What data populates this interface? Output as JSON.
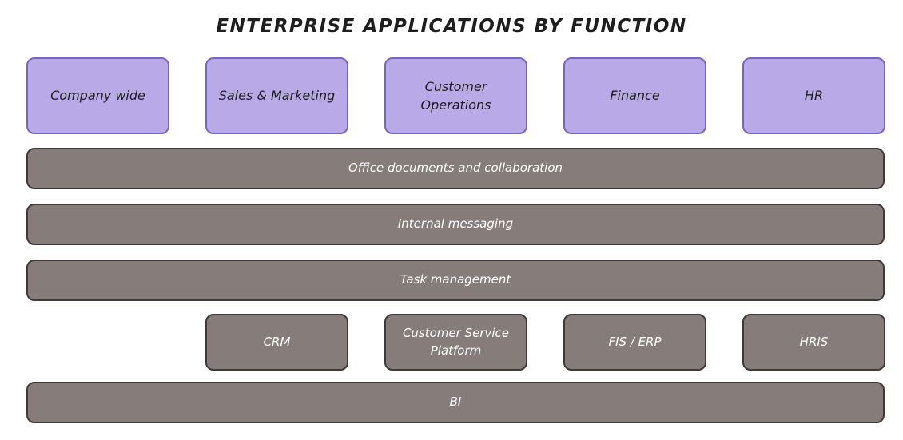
{
  "diagram": {
    "title": "ENTERPRISE APPLICATIONS BY FUNCTION",
    "functions": [
      {
        "label": "Company wide"
      },
      {
        "label": "Sales & Marketing"
      },
      {
        "label": "Customer Operations"
      },
      {
        "label": "Finance"
      },
      {
        "label": "HR"
      }
    ],
    "shared_layers": [
      {
        "label": "Office documents and collaboration"
      },
      {
        "label": "Internal messaging"
      },
      {
        "label": "Task management"
      }
    ],
    "apps": [
      {
        "label": "CRM"
      },
      {
        "label": "Customer Service Platform"
      },
      {
        "label": "FIS / ERP"
      },
      {
        "label": "HRIS"
      }
    ],
    "bottom_layer": {
      "label": "BI"
    },
    "colors": {
      "function_fill": "#b9a9e6",
      "function_border": "#7a63c4",
      "layer_fill": "#867d7b",
      "layer_border": "#3f3937",
      "layer_text": "#ffffff",
      "title_text": "#1e1e1e"
    }
  }
}
